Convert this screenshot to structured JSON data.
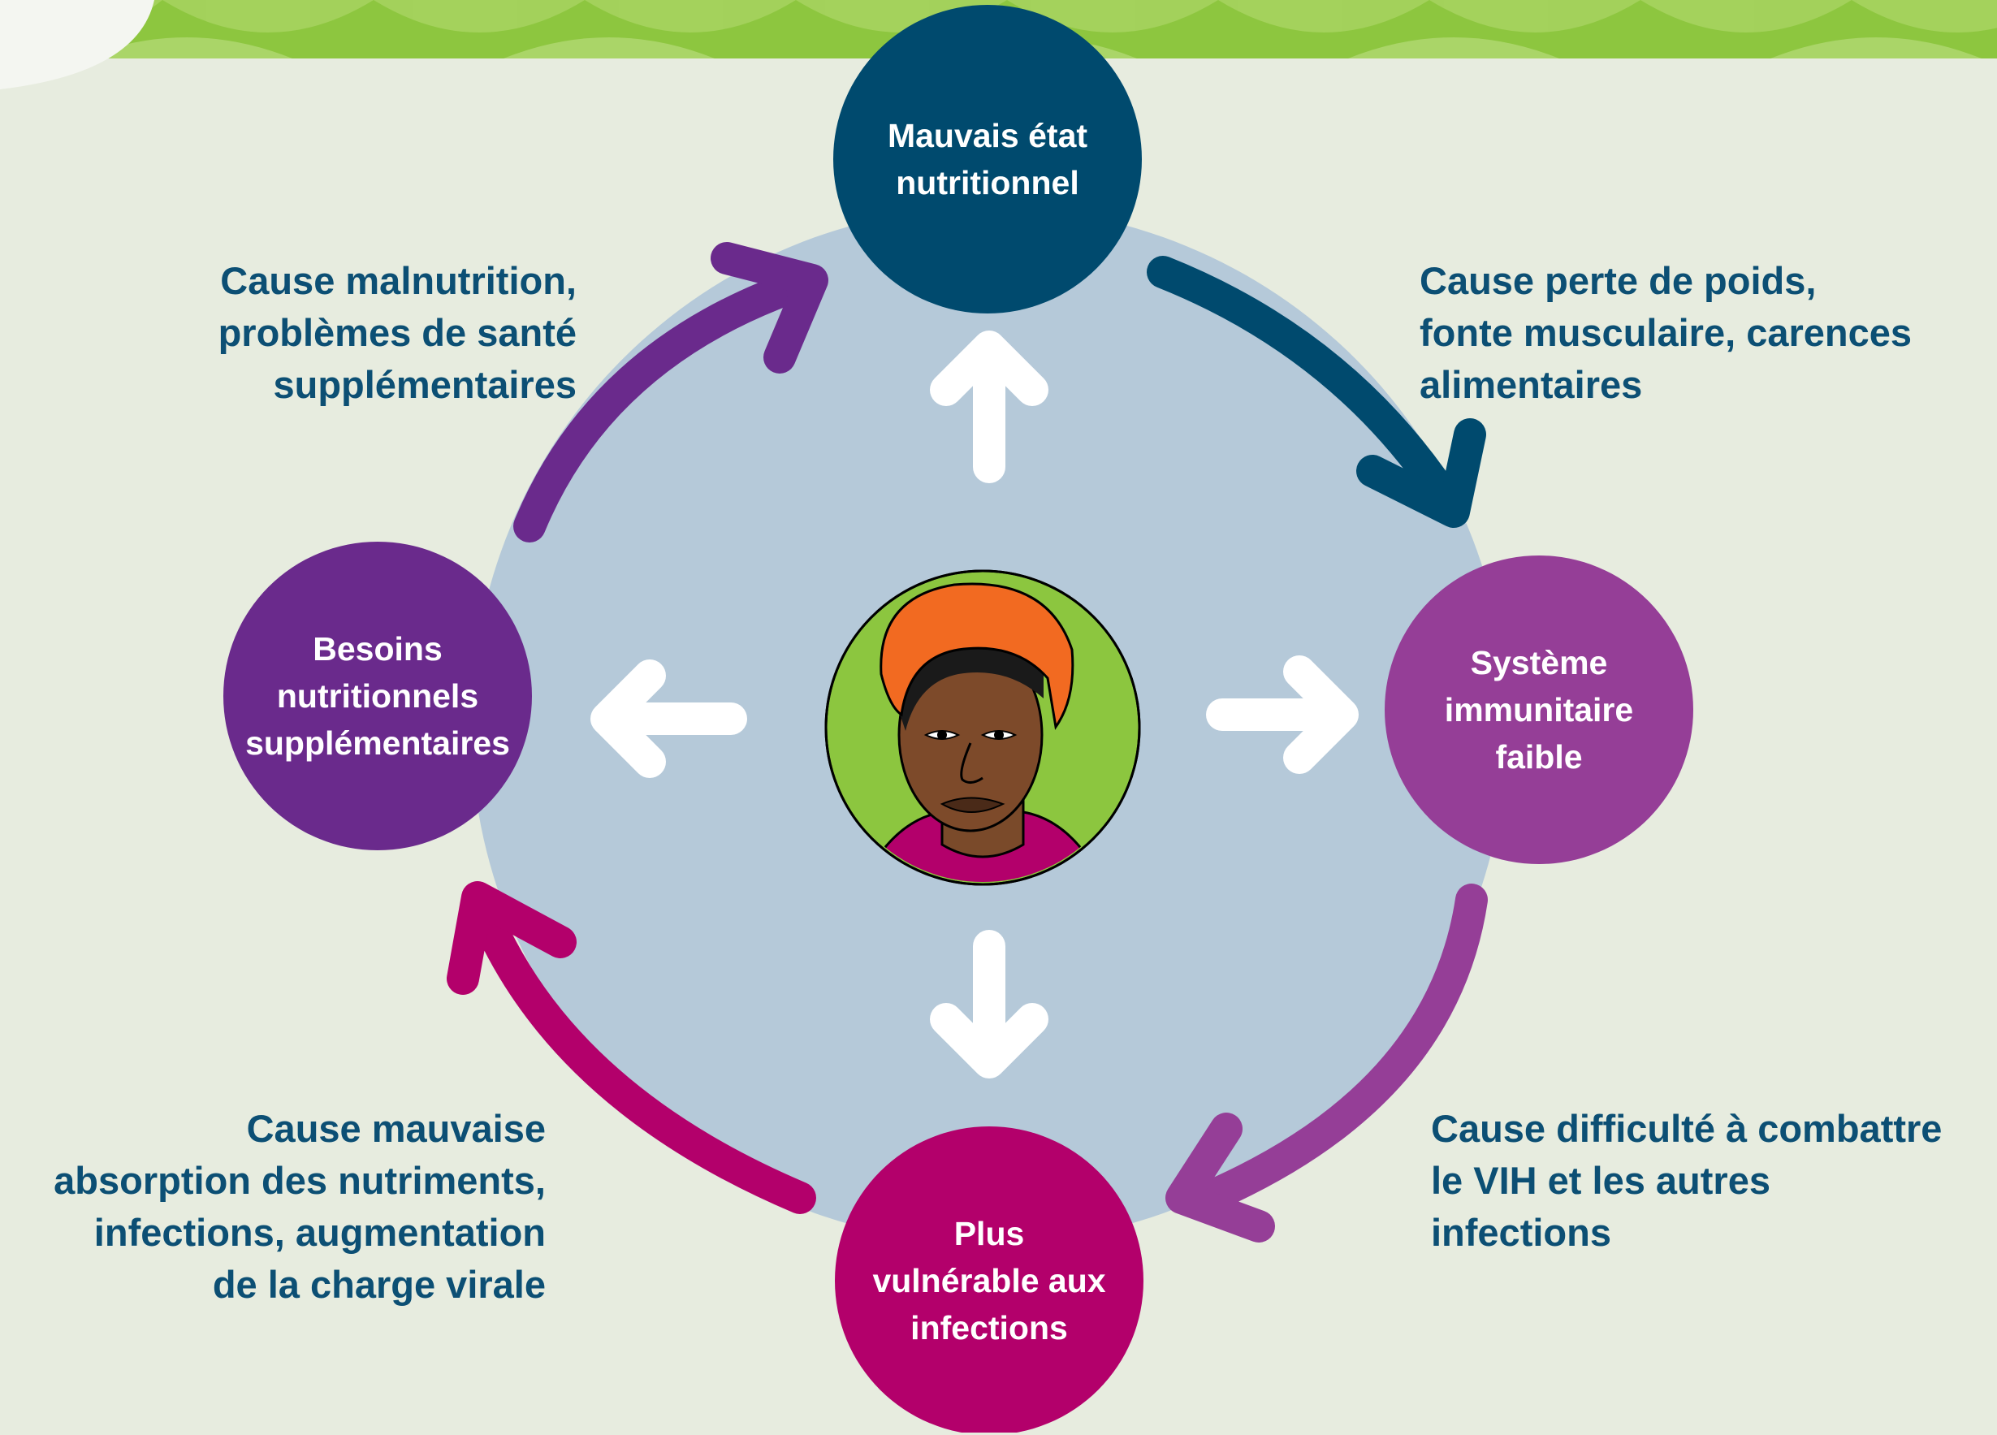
{
  "nodes": {
    "top": "Mauvais état\nnutritionnel",
    "right": "Système\nimmunitaire\nfaible",
    "bottom": "Plus\nvulnérable aux\ninfections",
    "left": "Besoins\nnutritionnels\nsupplémentaires"
  },
  "causes": {
    "top_left": "Cause malnutrition,\nproblèmes de santé\nsupplémentaires",
    "top_right": "Cause perte de poids,\nfonte musculaire, carences\nalimentaires",
    "bottom_right": "Cause difficulté à combattre\nle VIH et les autres\ninfections",
    "bottom_left": "Cause mauvaise\nabsorption des nutriments,\ninfections, augmentation\nde la charge virale"
  },
  "colors": {
    "background": "#e7ecdf",
    "banner": "#8dc63f",
    "central_disc": "#b5c9d9",
    "top_node": "#004a6e",
    "right_node": "#953e97",
    "bottom_node": "#b3006b",
    "left_node": "#6a2a8c",
    "cause_text": "#0c4f74"
  },
  "icons": {
    "portrait": "woman-with-orange-headwrap-icon",
    "inner_arrows": "white-arrow-icon"
  }
}
